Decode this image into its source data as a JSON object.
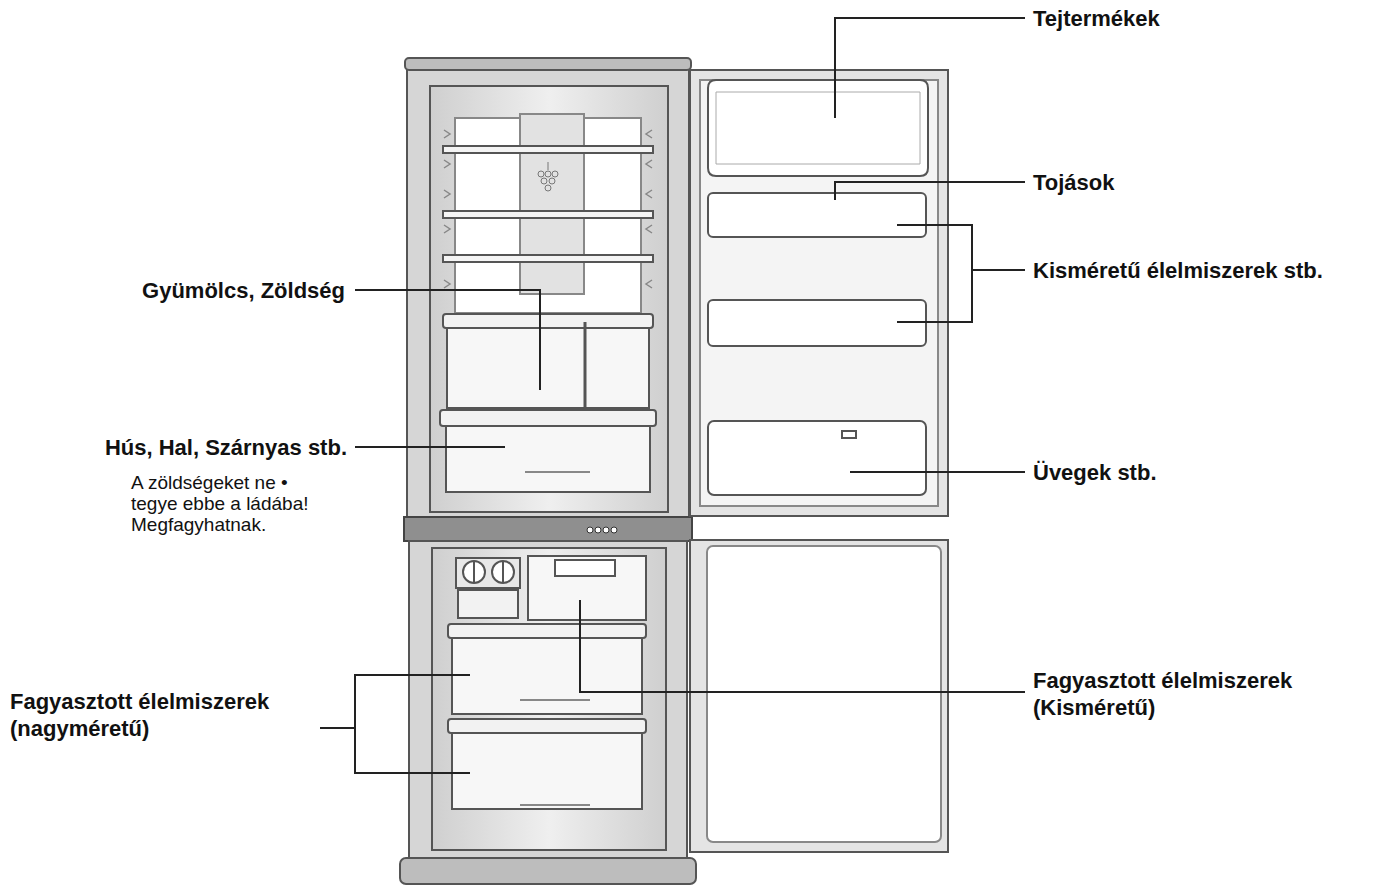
{
  "diagram": {
    "labels": [
      "Tejtermékek",
      "Tojások",
      "Kisméretű élelmiszerek stb.",
      "Gyümölcs, Zöldség",
      "Hús, Hal, Szárnyas stb.",
      "A zöldségeket ne • tegye ebbe a ládába! Megfagyhatnak.",
      "Üvegek stb.",
      "Fagyasztott élelmiszerek (nagyméretű)",
      "Fagyasztott élelmiszerek (Kisméretű)"
    ]
  }
}
